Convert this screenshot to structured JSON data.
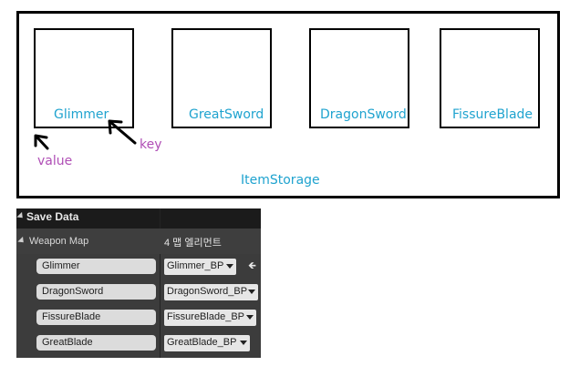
{
  "diagram": {
    "slots": [
      "Glimmer",
      "GreatSword",
      "DragonSword",
      "FissureBlade"
    ],
    "storage_label": "ItemStorage",
    "annotation_key": "key",
    "annotation_value": "value"
  },
  "panel": {
    "header": "Save Data",
    "map_label": "Weapon Map",
    "map_count": "4 맵 엘리먼트",
    "entries": [
      {
        "key": "Glimmer",
        "value": "Glimmer_BP"
      },
      {
        "key": "DragonSword",
        "value": "DragonSword_BP"
      },
      {
        "key": "FissureBlade",
        "value": "FissureBlade_BP"
      },
      {
        "key": "GreatBlade",
        "value": "GreatBlade_BP"
      }
    ]
  },
  "colors": {
    "slot_text": "#1fa3cf",
    "annotation": "#b04fb6",
    "panel_bg": "#3c3c3c",
    "panel_header_bg": "#1b1b1b"
  },
  "icons": [
    "expand-arrow-icon",
    "dropdown-caret-icon",
    "reset-arrow-icon"
  ]
}
